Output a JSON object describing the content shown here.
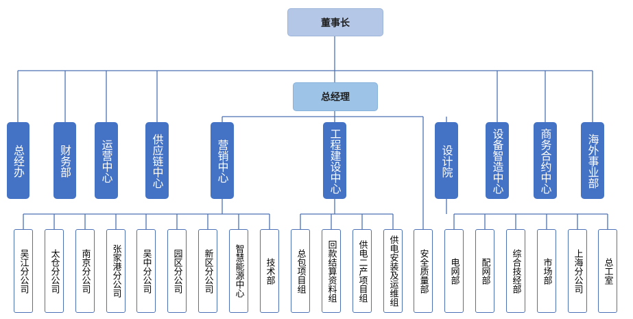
{
  "chairman": "董事长",
  "general_manager": "总经理",
  "departments": [
    {
      "name": "总经办"
    },
    {
      "name": "财务部"
    },
    {
      "name": "运营中心"
    },
    {
      "name": "供应链中心"
    },
    {
      "name": "营销中心",
      "children": [
        "吴江分公司",
        "太仓分公司",
        "南京分公司",
        "张家港分公司",
        "吴中分公司",
        "园区分公司",
        "新区分公司",
        "智慧能源中心",
        "技术部"
      ]
    },
    {
      "name": "工程建设中心",
      "children": [
        "总包项目组",
        "回款结算资料组",
        "供电二产项目组",
        "供电安装及运维组",
        "安全质量部"
      ]
    },
    {
      "name": "设计院",
      "children": [
        "电网部",
        "配网部",
        "综合技经部",
        "市场部",
        "上海分公司",
        "总工室"
      ]
    },
    {
      "name": "设备智造中心"
    },
    {
      "name": "商务合约中心"
    },
    {
      "name": "海外事业部"
    }
  ],
  "colors": {
    "line": "#4a6fb5",
    "dept_fill": "#4472c4",
    "top_fill": "#b4c7e7",
    "gm_fill": "#9dc3e6"
  }
}
